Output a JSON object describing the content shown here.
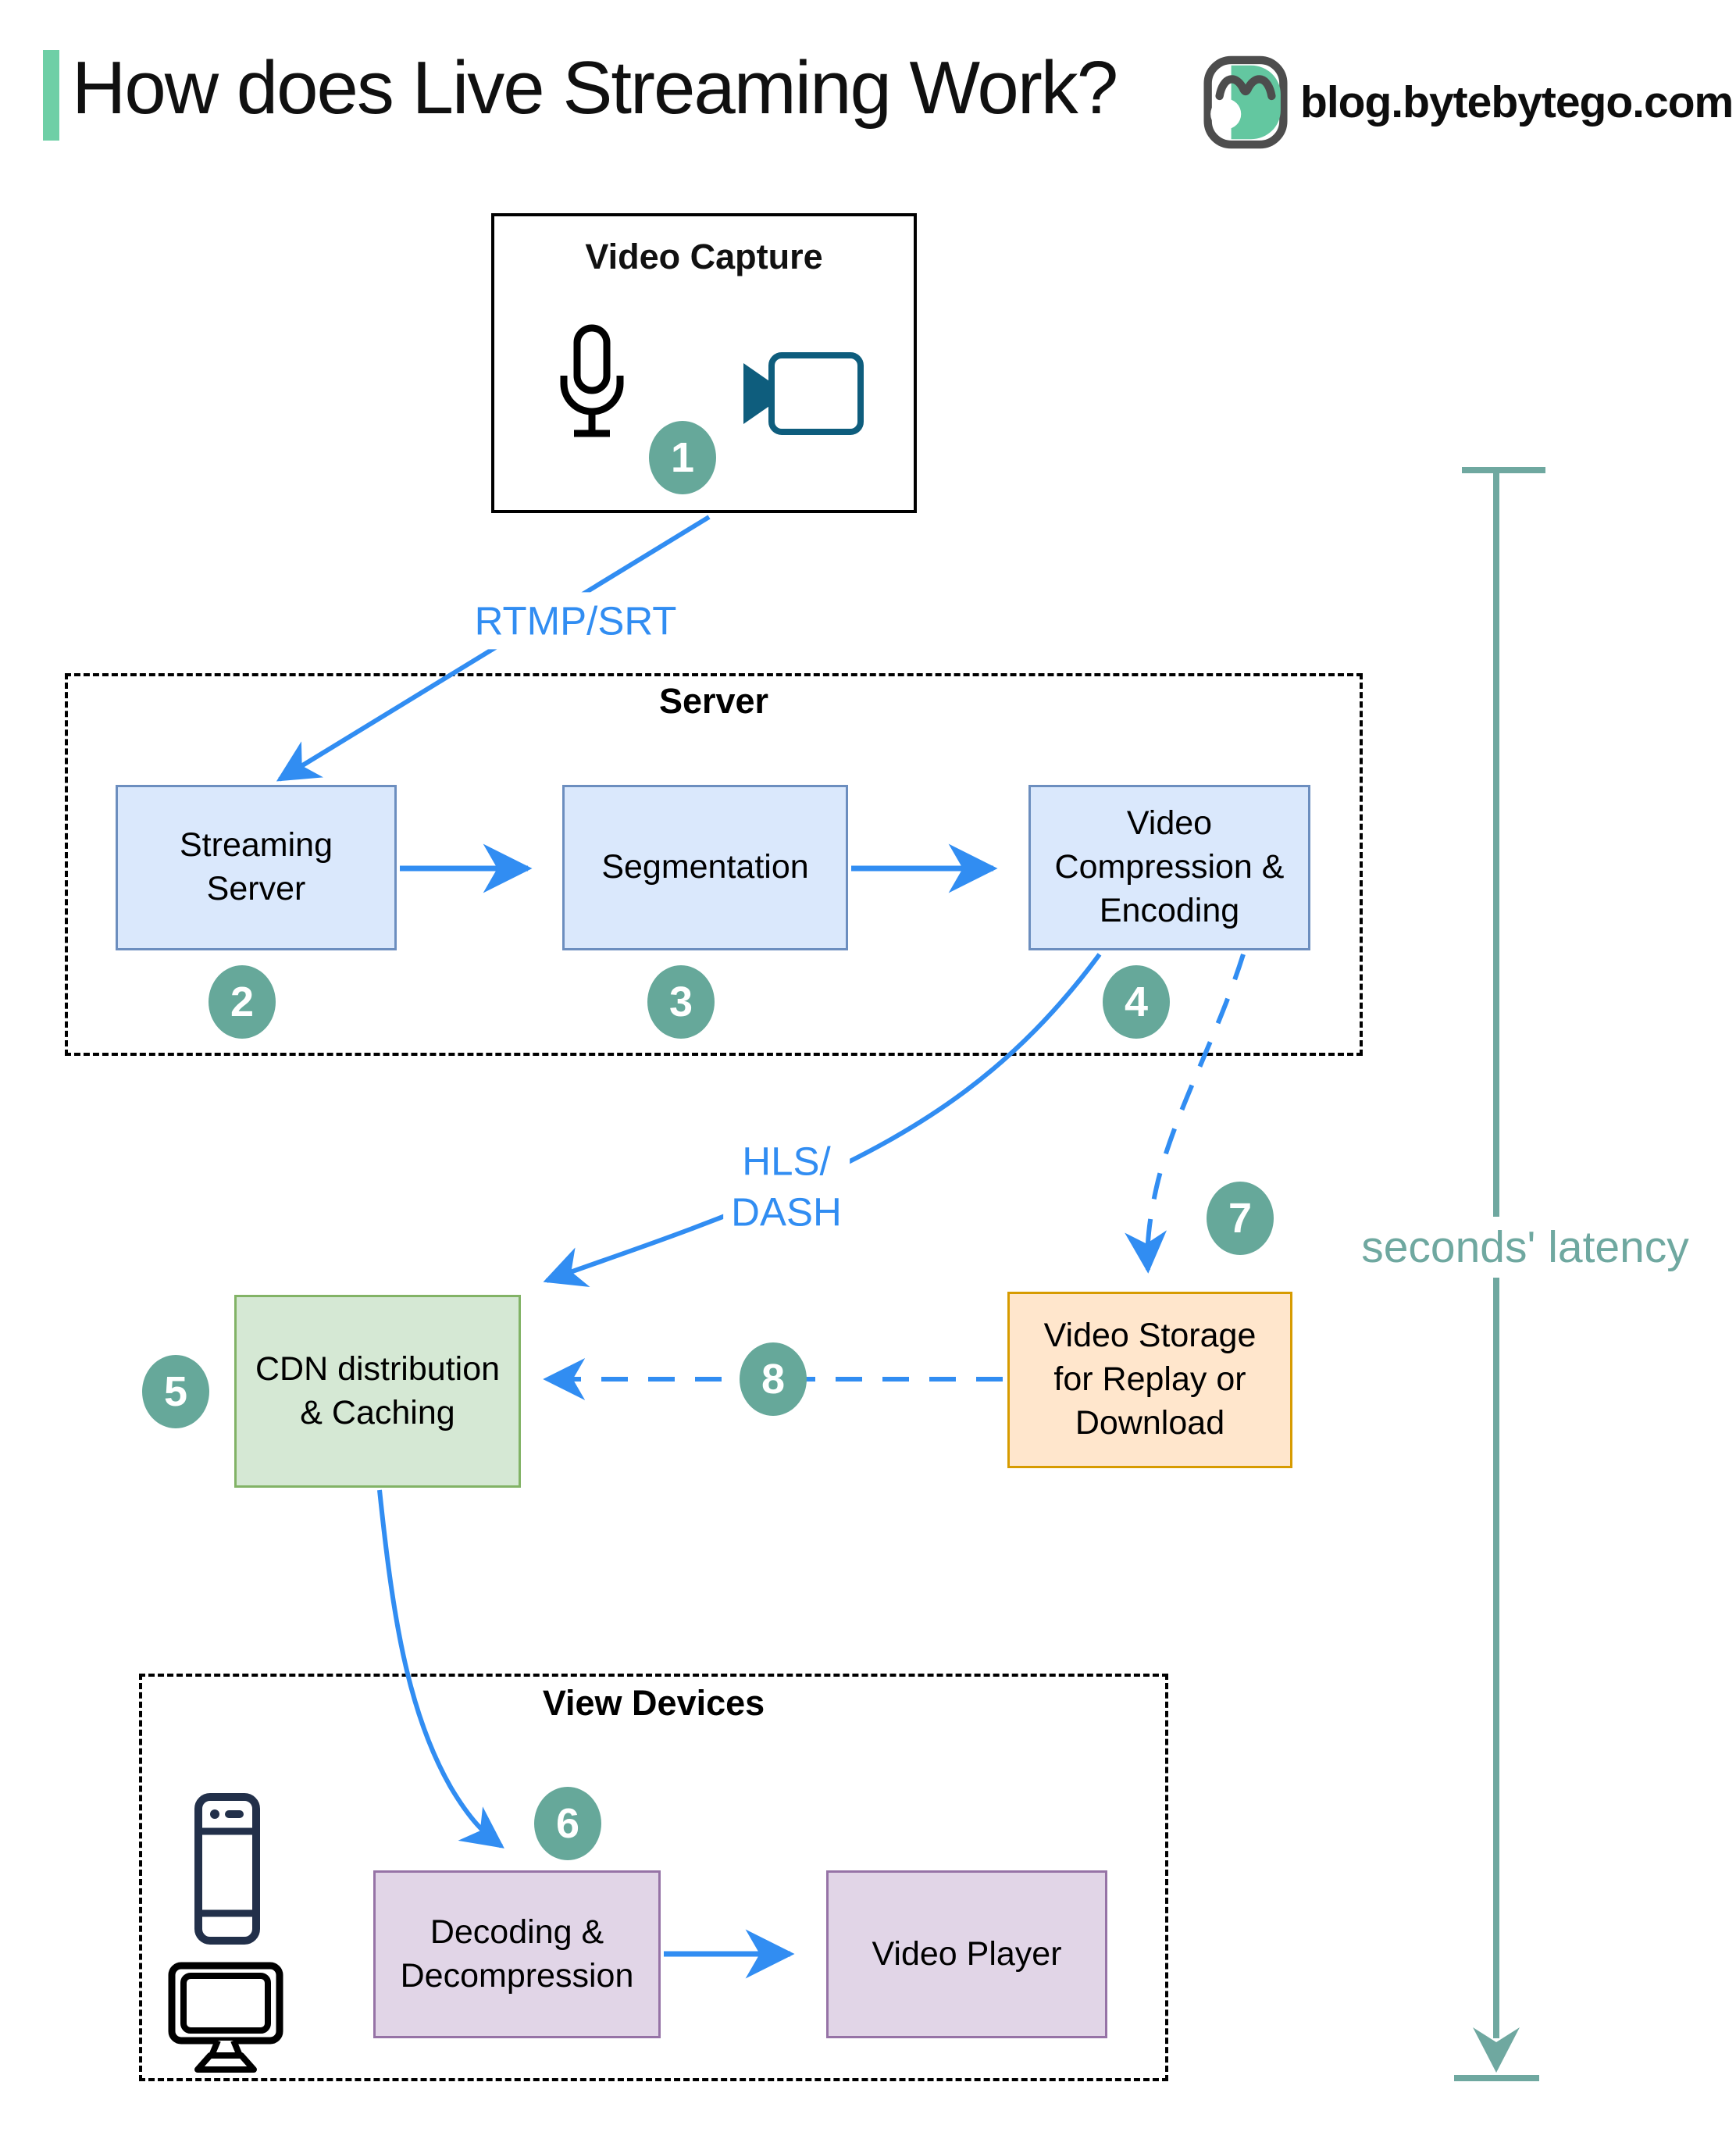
{
  "header": {
    "title": "How does Live Streaming Work?",
    "site": "blog.bytebytego.com"
  },
  "capture": {
    "title": "Video Capture"
  },
  "groups": {
    "server": {
      "label": "Server"
    },
    "view": {
      "label": "View Devices"
    }
  },
  "nodes": {
    "streaming": {
      "line1": "Streaming",
      "line2": "Server"
    },
    "segmentation": {
      "line1": "Segmentation"
    },
    "compression": {
      "line1": "Video",
      "line2": "Compression &",
      "line3": "Encoding"
    },
    "cdn": {
      "line1": "CDN distribution",
      "line2": "& Caching"
    },
    "storage": {
      "line1": "Video Storage",
      "line2": "for Replay or",
      "line3": "Download"
    },
    "decoding": {
      "line1": "Decoding &",
      "line2": "Decompression"
    },
    "player": {
      "line1": "Video Player"
    }
  },
  "edge_labels": {
    "rtmp": "RTMP/SRT",
    "hls_line1": "HLS/",
    "hls_line2": "DASH"
  },
  "latency": {
    "label": "seconds' latency"
  },
  "steps": [
    "1",
    "2",
    "3",
    "4",
    "5",
    "6",
    "7",
    "8"
  ],
  "icons": {
    "logo": "bytebytego-owl-logo",
    "capture_left": "microphone-icon",
    "capture_right": "video-camera-icon",
    "view_top": "smartphone-icon",
    "view_bottom": "desktop-monitor-icon"
  },
  "colors": {
    "accent_green": "#6ecfa6",
    "arrow_blue": "#318df2",
    "step_teal": "#66a89a",
    "latency_teal": "#6fa8a0",
    "node_blue_fill": "#dae8fc",
    "node_blue_border": "#6c8ebf",
    "node_green_fill": "#d5e8d4",
    "node_green_border": "#82b366",
    "node_orange_fill": "#ffe6cc",
    "node_orange_border": "#d79b00",
    "node_purple_fill": "#e1d5e7",
    "node_purple_border": "#9673a6",
    "camera_teal": "#0e5d7d"
  }
}
